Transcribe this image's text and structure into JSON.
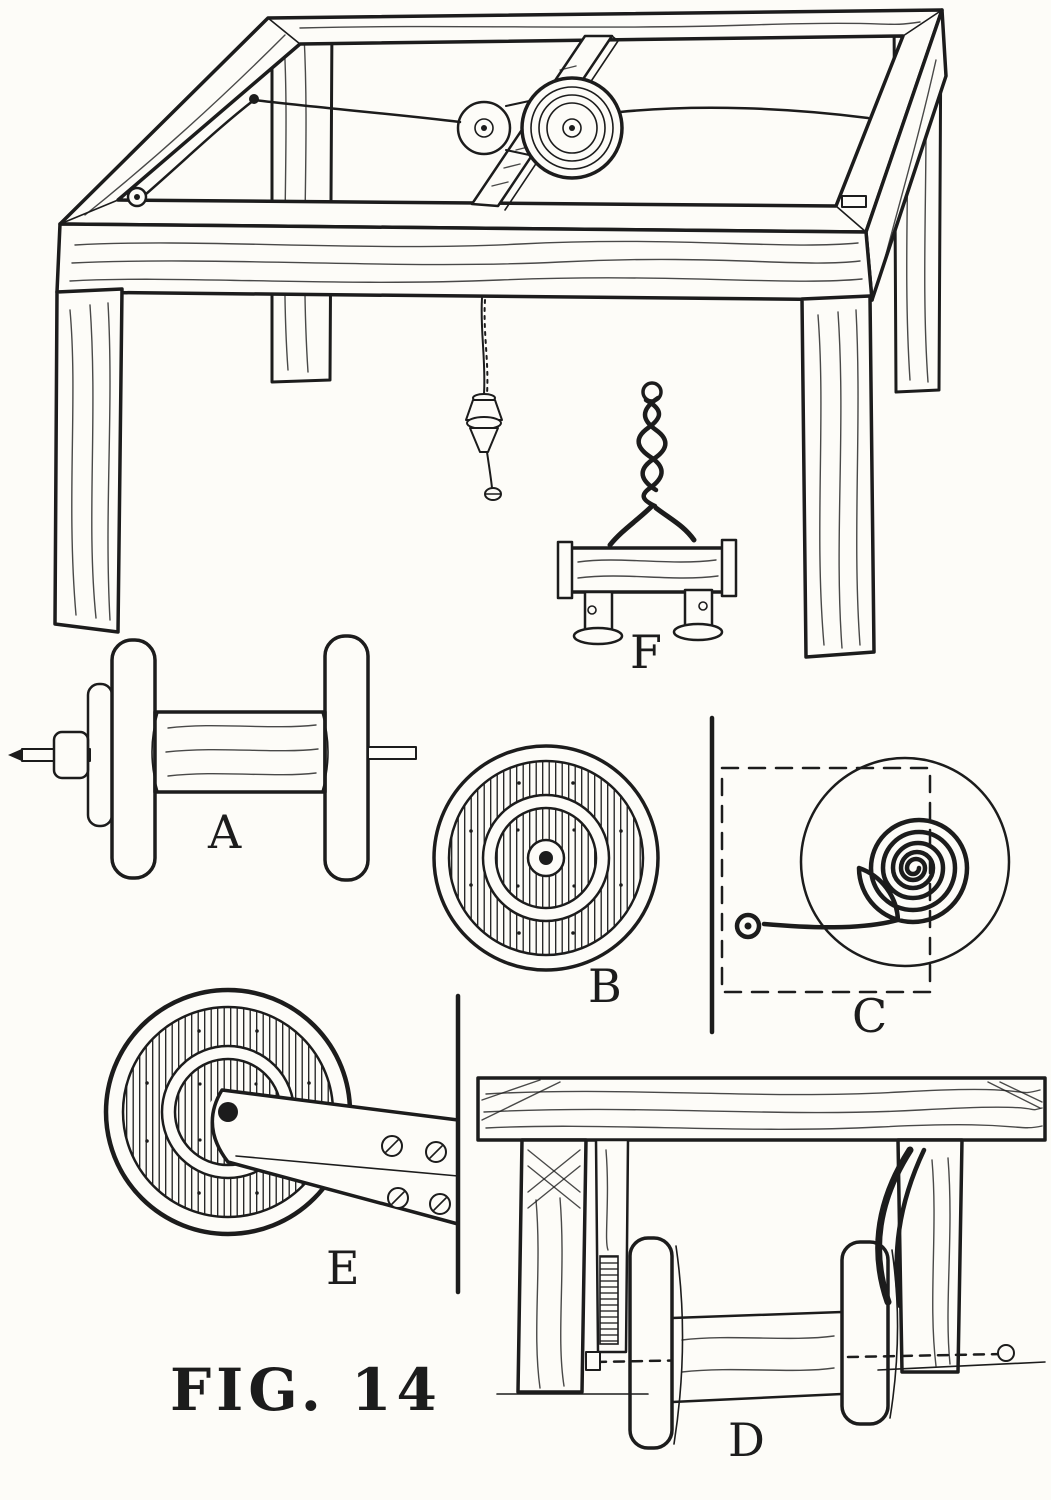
{
  "figure": {
    "caption": "FIG. 14",
    "ink_color": "#1c1c1c",
    "paper_color": "#fdfcf8",
    "parts": {
      "a": {
        "label": "A"
      },
      "b": {
        "label": "B"
      },
      "c": {
        "label": "C"
      },
      "d": {
        "label": "D"
      },
      "e": {
        "label": "E"
      },
      "f": {
        "label": "F"
      }
    }
  }
}
